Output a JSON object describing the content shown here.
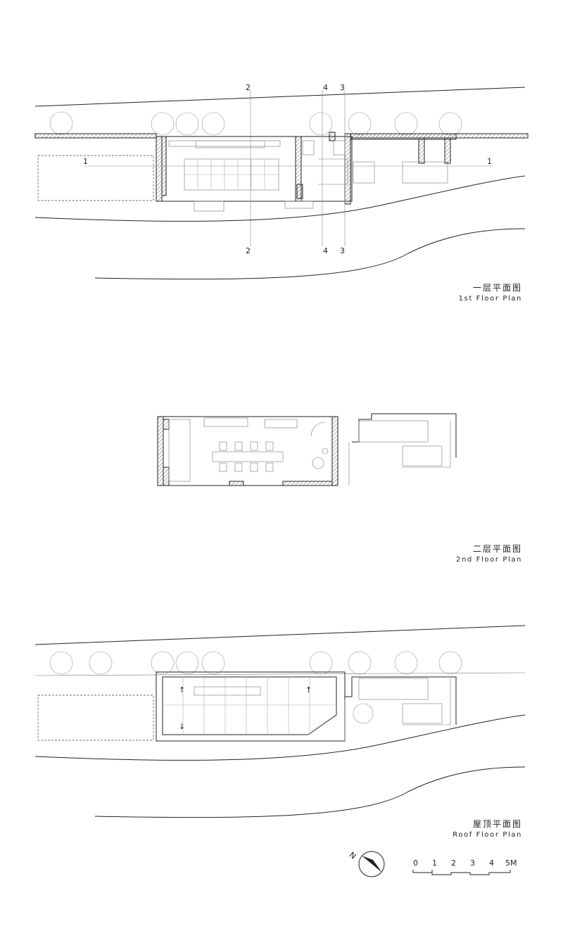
{
  "plans": [
    {
      "title_zh": "一层平面图",
      "title_en": "1st Floor Plan"
    },
    {
      "title_zh": "二层平面图",
      "title_en": "2nd Floor Plan"
    },
    {
      "title_zh": "屋顶平面图",
      "title_en": "Roof Floor Plan"
    }
  ],
  "section_marks": [
    "1",
    "2",
    "3",
    "4"
  ],
  "compass_label": "N",
  "scale_bar": {
    "ticks": [
      "0",
      "1",
      "2",
      "3",
      "4",
      "5M"
    ]
  }
}
